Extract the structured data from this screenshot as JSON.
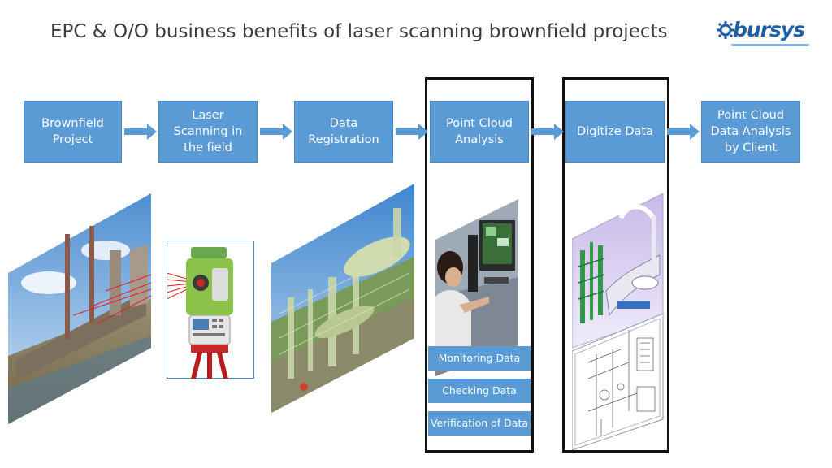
{
  "title": "EPC & O/O business benefits of laser scanning brownfield projects",
  "logo": {
    "text": "bursys"
  },
  "process_steps": [
    {
      "label": "Brownfield\nProject"
    },
    {
      "label": "Laser\nScanning in\nthe field"
    },
    {
      "label": "Data\nRegistration"
    },
    {
      "label": "Point Cloud\nAnalysis"
    },
    {
      "label": "Digitize Data"
    },
    {
      "label": "Point Cloud\nData Analysis\nby Client"
    }
  ],
  "analysis_tasks": [
    {
      "label": "Monitoring Data"
    },
    {
      "label": "Checking Data"
    },
    {
      "label": "Verification of Data"
    }
  ],
  "colors": {
    "box": "#5b9bd5",
    "arrow": "#5b9bd5",
    "highlight": "#111111",
    "title": "#3a3a3a",
    "logo": "#1e5fa8"
  }
}
